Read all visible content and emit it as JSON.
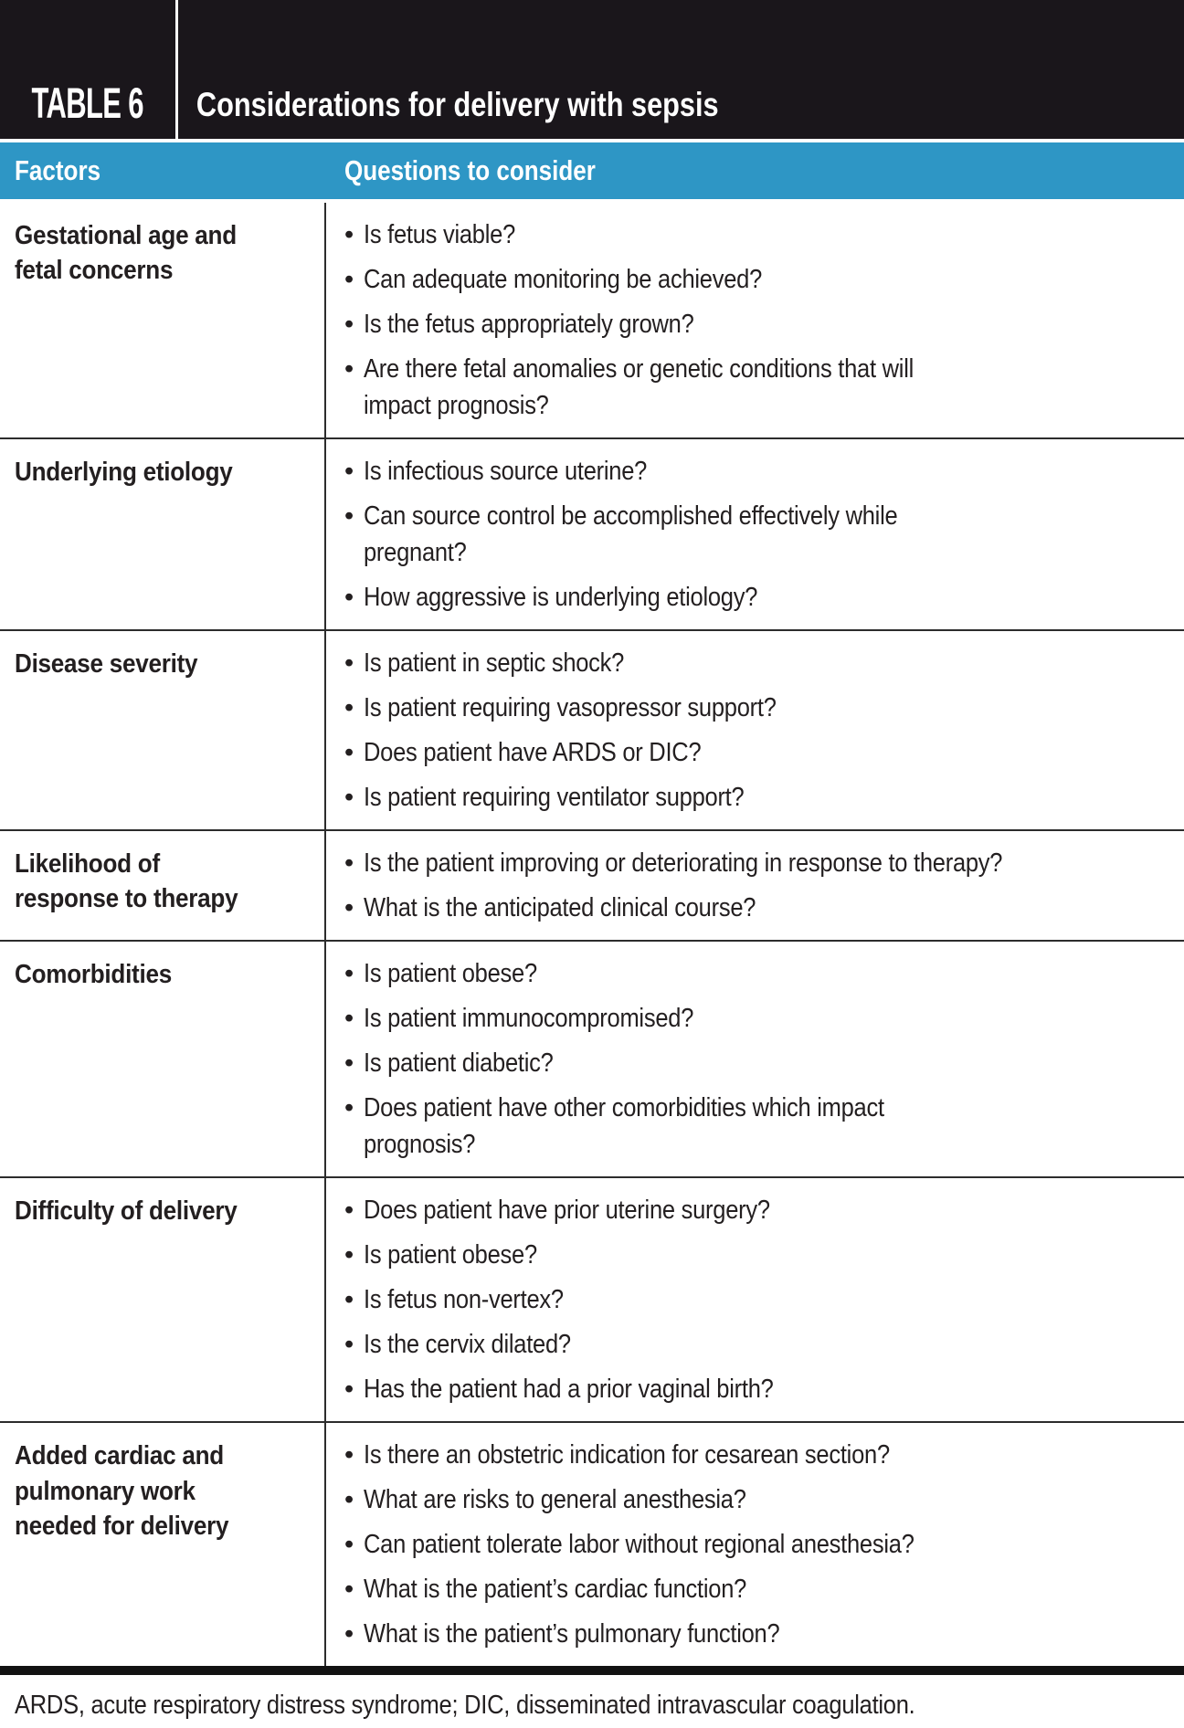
{
  "ui": {
    "bullet": "•"
  },
  "colors": {
    "header_bg": "#1A161B",
    "accent_blue": "#2E96C5",
    "text": "#231F20",
    "rule": "#2C2C2C"
  },
  "header": {
    "label": "TABLE 6",
    "title": "Considerations for delivery with sepsis"
  },
  "columns": {
    "factors": "Factors",
    "questions": "Questions to consider"
  },
  "rows": [
    {
      "factor": "Gestational age and\nfetal concerns",
      "questions": [
        "Is fetus viable?",
        "Can adequate monitoring be achieved?",
        "Is the fetus appropriately grown?",
        "Are there fetal anomalies or genetic conditions that will\nimpact prognosis?"
      ]
    },
    {
      "factor": "Underlying etiology",
      "questions": [
        "Is infectious source uterine?",
        "Can source control be accomplished effectively while\npregnant?",
        "How aggressive is underlying etiology?"
      ]
    },
    {
      "factor": "Disease severity",
      "questions": [
        "Is patient in septic shock?",
        "Is patient requiring vasopressor support?",
        "Does patient have ARDS or DIC?",
        "Is patient requiring ventilator support?"
      ]
    },
    {
      "factor": "Likelihood of\nresponse to therapy",
      "questions": [
        "Is the patient improving or deteriorating in response to therapy?",
        "What is the anticipated clinical course?"
      ]
    },
    {
      "factor": "Comorbidities",
      "questions": [
        "Is patient obese?",
        "Is patient immunocompromised?",
        "Is patient diabetic?",
        "Does patient have other comorbidities which impact\nprognosis?"
      ]
    },
    {
      "factor": "Difficulty of delivery",
      "questions": [
        "Does patient have prior uterine surgery?",
        "Is patient obese?",
        "Is fetus non-vertex?",
        "Is the cervix dilated?",
        "Has the patient had a prior vaginal birth?"
      ]
    },
    {
      "factor": "Added cardiac and\npulmonary work\nneeded for delivery",
      "questions": [
        "Is there an obstetric indication for cesarean section?",
        "What are risks to general anesthesia?",
        "Can patient tolerate labor without regional anesthesia?",
        "What is the patient’s cardiac function?",
        "What is the patient’s pulmonary function?"
      ]
    }
  ],
  "footnote": "ARDS, acute respiratory distress syndrome; DIC, disseminated intravascular coagulation."
}
